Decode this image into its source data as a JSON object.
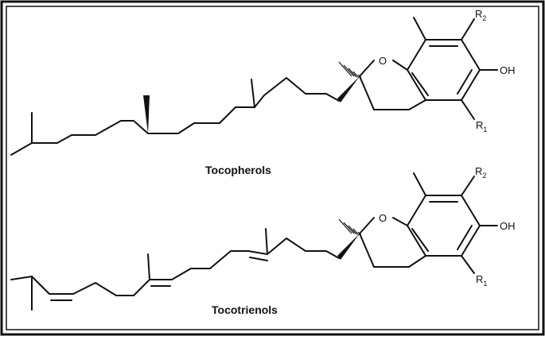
{
  "figure": {
    "top_structure": {
      "caption": "Tocopherols",
      "ring_oxygen": "O",
      "hydroxyl": "OH",
      "r_top": {
        "base": "R",
        "sub": "2"
      },
      "r_bottom": {
        "base": "R",
        "sub": "1"
      }
    },
    "bottom_structure": {
      "caption": "Tocotrienols",
      "ring_oxygen": "O",
      "hydroxyl": "OH",
      "r_top": {
        "base": "R",
        "sub": "2"
      },
      "r_bottom": {
        "base": "R",
        "sub": "1"
      }
    }
  }
}
